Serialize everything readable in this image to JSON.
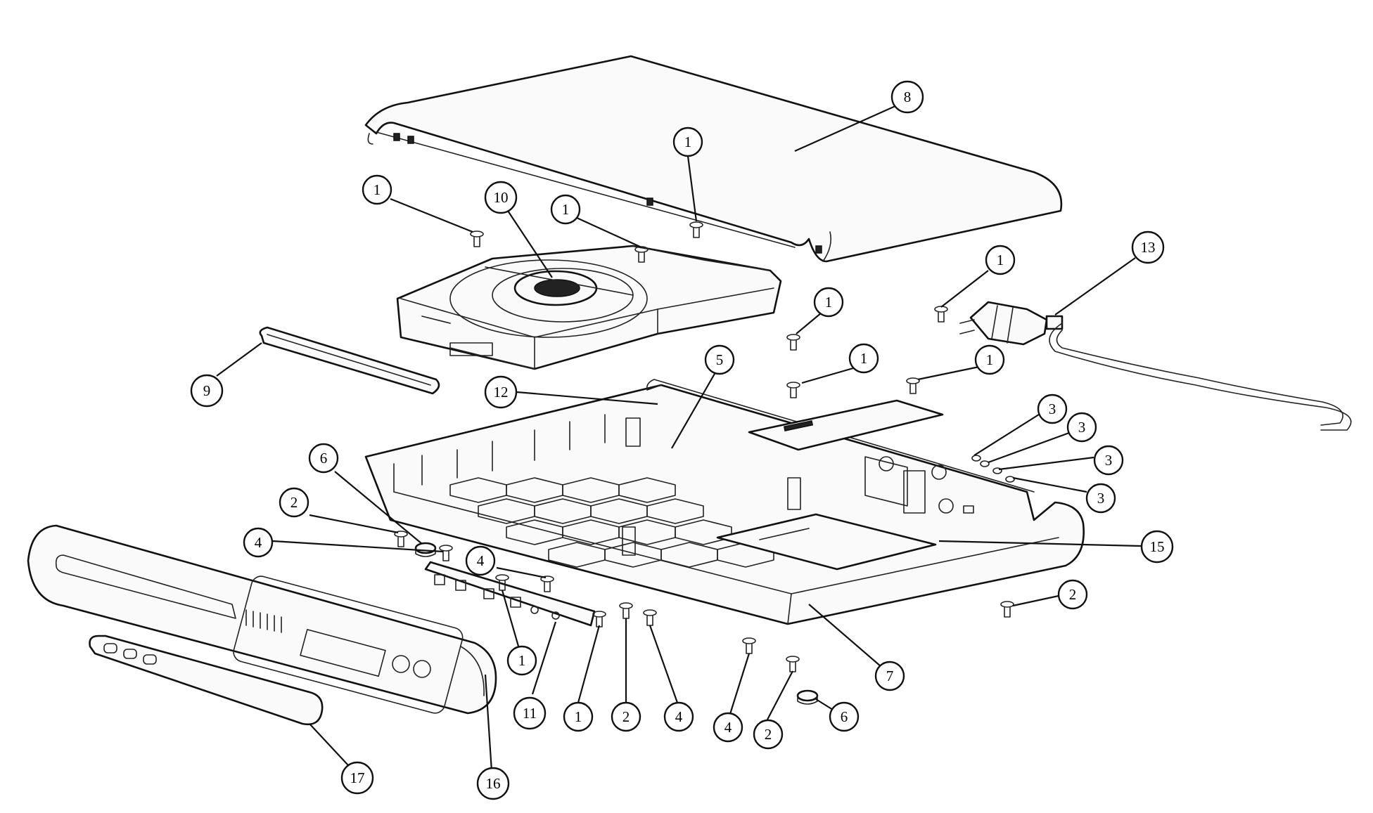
{
  "callouts": [
    {
      "label": "8"
    },
    {
      "label": "1"
    },
    {
      "label": "1"
    },
    {
      "label": "10"
    },
    {
      "label": "1"
    },
    {
      "label": "13"
    },
    {
      "label": "1"
    },
    {
      "label": "1"
    },
    {
      "label": "1"
    },
    {
      "label": "1"
    },
    {
      "label": "9"
    },
    {
      "label": "12"
    },
    {
      "label": "5"
    },
    {
      "label": "3"
    },
    {
      "label": "3"
    },
    {
      "label": "3"
    },
    {
      "label": "3"
    },
    {
      "label": "6"
    },
    {
      "label": "2"
    },
    {
      "label": "4"
    },
    {
      "label": "4"
    },
    {
      "label": "15"
    },
    {
      "label": "2"
    },
    {
      "label": "1"
    },
    {
      "label": "7"
    },
    {
      "label": "11"
    },
    {
      "label": "1"
    },
    {
      "label": "2"
    },
    {
      "label": "4"
    },
    {
      "label": "4"
    },
    {
      "label": "2"
    },
    {
      "label": "6"
    },
    {
      "label": "17"
    },
    {
      "label": "16"
    }
  ]
}
